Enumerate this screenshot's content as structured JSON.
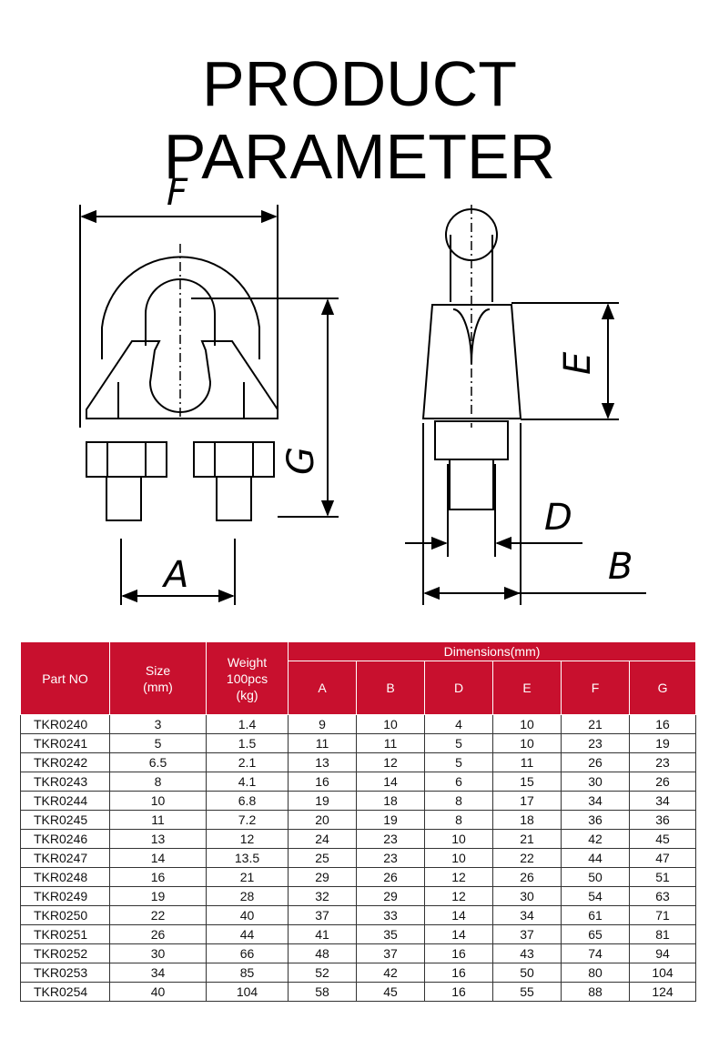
{
  "title": "PRODUCT PARAMETER",
  "drawing": {
    "labels": {
      "F": "F",
      "G": "G",
      "A": "A",
      "E": "E",
      "D": "D",
      "B": "B"
    }
  },
  "table": {
    "headers": {
      "part_no": "Part NO",
      "size": "Size\n(mm)",
      "weight": "Weight\n100pcs\n(kg)",
      "dimensions": "Dimensions(mm)",
      "dims": [
        "A",
        "B",
        "D",
        "E",
        "F",
        "G"
      ]
    },
    "rows": [
      [
        "TKR0240",
        "3",
        "1.4",
        "9",
        "10",
        "4",
        "10",
        "21",
        "16"
      ],
      [
        "TKR0241",
        "5",
        "1.5",
        "11",
        "11",
        "5",
        "10",
        "23",
        "19"
      ],
      [
        "TKR0242",
        "6.5",
        "2.1",
        "13",
        "12",
        "5",
        "11",
        "26",
        "23"
      ],
      [
        "TKR0243",
        "8",
        "4.1",
        "16",
        "14",
        "6",
        "15",
        "30",
        "26"
      ],
      [
        "TKR0244",
        "10",
        "6.8",
        "19",
        "18",
        "8",
        "17",
        "34",
        "34"
      ],
      [
        "TKR0245",
        "11",
        "7.2",
        "20",
        "19",
        "8",
        "18",
        "36",
        "36"
      ],
      [
        "TKR0246",
        "13",
        "12",
        "24",
        "23",
        "10",
        "21",
        "42",
        "45"
      ],
      [
        "TKR0247",
        "14",
        "13.5",
        "25",
        "23",
        "10",
        "22",
        "44",
        "47"
      ],
      [
        "TKR0248",
        "16",
        "21",
        "29",
        "26",
        "12",
        "26",
        "50",
        "51"
      ],
      [
        "TKR0249",
        "19",
        "28",
        "32",
        "29",
        "12",
        "30",
        "54",
        "63"
      ],
      [
        "TKR0250",
        "22",
        "40",
        "37",
        "33",
        "14",
        "34",
        "61",
        "71"
      ],
      [
        "TKR0251",
        "26",
        "44",
        "41",
        "35",
        "14",
        "37",
        "65",
        "81"
      ],
      [
        "TKR0252",
        "30",
        "66",
        "48",
        "37",
        "16",
        "43",
        "74",
        "94"
      ],
      [
        "TKR0253",
        "34",
        "85",
        "52",
        "42",
        "16",
        "50",
        "80",
        "104"
      ],
      [
        "TKR0254",
        "40",
        "104",
        "58",
        "45",
        "16",
        "55",
        "88",
        "124"
      ]
    ]
  },
  "colors": {
    "header_red": "#c8102e"
  }
}
